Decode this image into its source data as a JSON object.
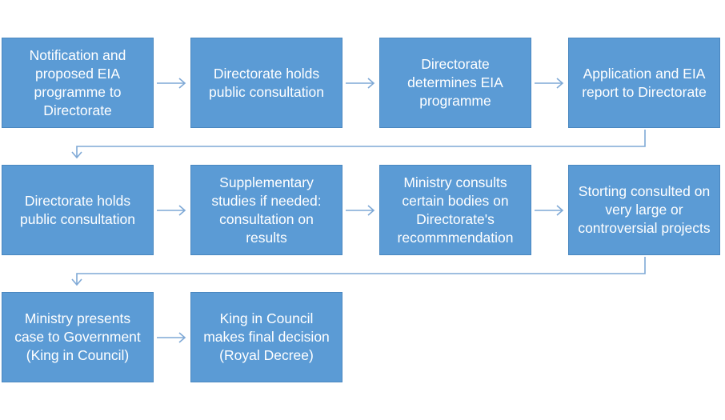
{
  "steps": [
    "Notification and proposed EIA programme to Directorate",
    "Directorate holds public consultation",
    "Directorate determines EIA programme",
    "Application and EIA report to Directorate",
    "Directorate holds public consultation",
    "Supplementary studies if needed: consultation on results",
    "Ministry consults certain bodies on Directorate's recommmendation",
    "Storting consulted on very large or controversial projects",
    "Ministry presents case to Government (King in Council)",
    "King in Council makes final decision (Royal Decree)"
  ],
  "colors": {
    "box_fill": "#5b9bd5",
    "box_border": "#4a87c0",
    "connector": "#7fa9d6",
    "text": "#ffffff"
  }
}
